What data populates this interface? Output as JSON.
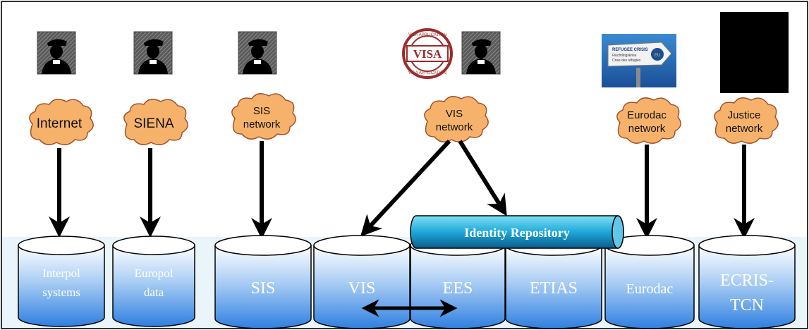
{
  "networks": {
    "internet": "Internet",
    "siena": "SIENA",
    "sis": [
      "SIS",
      "network"
    ],
    "vis": [
      "VIS",
      "network"
    ],
    "eurodac": [
      "Eurodac",
      "network"
    ],
    "justice": [
      "Justice",
      "network"
    ]
  },
  "databases": {
    "interpol": [
      "Interpol",
      "systems"
    ],
    "europol": [
      "Europol",
      "data"
    ],
    "sis": "SIS",
    "vis": "VIS",
    "ees": "EES",
    "etias": "ETIAS",
    "eurodac": "Eurodac",
    "ecris": [
      "ECRIS-",
      "TCN"
    ]
  },
  "identity_repository": "Identity Repository",
  "images": {
    "visa_stamp": {
      "arc_top": "VISA APPLICATION",
      "center": "VISA",
      "arc_bottom": "VISA APPLICATION"
    },
    "refugee_sign": {
      "title": "REFUGEE CRISIS",
      "line2": "Flüchtlingskrise",
      "line3": "Crise des réfugiés",
      "badge": "EU"
    }
  },
  "colors": {
    "cloud_fill": "#f6b26b",
    "cylinder_top": "#ffffff",
    "cylinder_bottom": "#2f7fe0",
    "identity_bar": "#1f9fd0",
    "arrow": "#000000"
  }
}
